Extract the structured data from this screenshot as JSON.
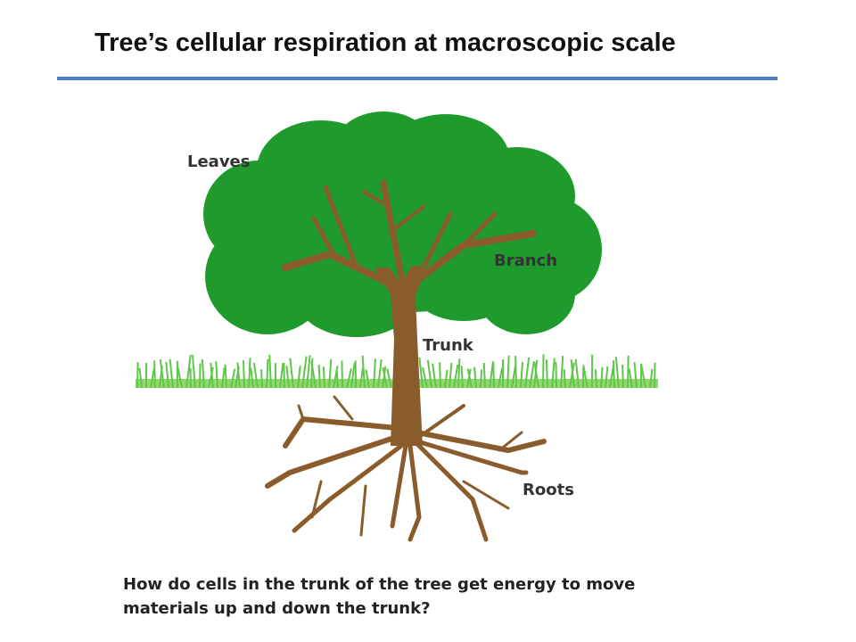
{
  "title": "Tree’s cellular respiration at macroscopic scale",
  "labels": {
    "leaves": "Leaves",
    "branch": "Branch",
    "trunk": "Trunk",
    "roots": "Roots"
  },
  "question": "How do cells in the trunk of the tree get energy to move materials up and down the trunk?",
  "colors": {
    "title_rule": "#4f81bd",
    "canopy": "#1f9b2d",
    "wood": "#8a5c2c",
    "grass": "#5ec64a"
  }
}
